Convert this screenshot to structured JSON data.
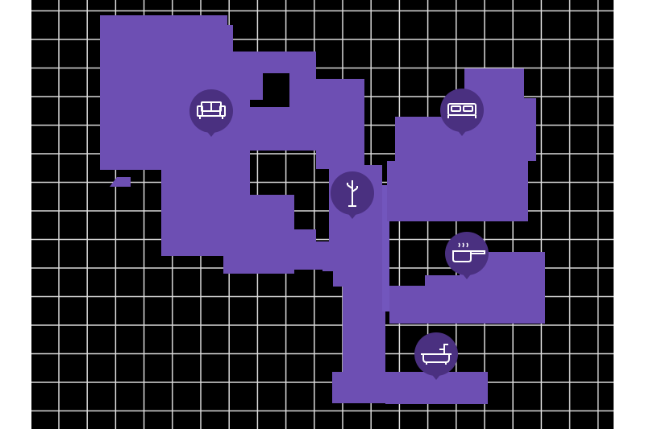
{
  "map": {
    "colors": {
      "background": "#000000",
      "grid": "#d9d9d9",
      "floor": "#6d4fb3",
      "floor_edge": "#7b5cd0",
      "pin": "#4a3080",
      "icon": "#ffffff"
    },
    "rooms": [
      {
        "id": "living-room",
        "icon": "sofa-icon"
      },
      {
        "id": "hallway",
        "icon": "coat-rack-icon"
      },
      {
        "id": "bedroom",
        "icon": "bed-icon"
      },
      {
        "id": "kitchen",
        "icon": "cooking-pot-icon"
      },
      {
        "id": "bathroom",
        "icon": "bathtub-icon"
      }
    ]
  }
}
